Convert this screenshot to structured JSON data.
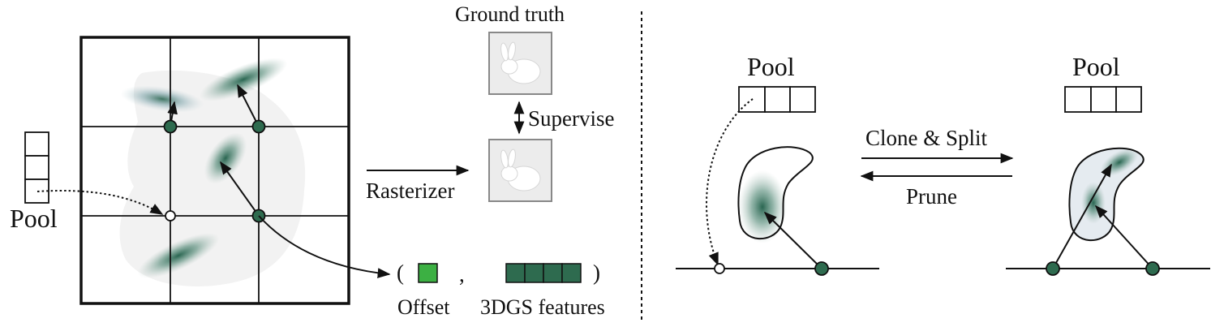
{
  "left_panel": {
    "pool_label": "Pool",
    "rasterizer_label": "Rasterizer",
    "ground_truth_label": "Ground truth",
    "supervise_label": "Supervise",
    "tuple_open": "(",
    "tuple_comma": ",",
    "tuple_close": ")",
    "offset_label": "Offset",
    "features_label": "3DGS features"
  },
  "right_panel": {
    "pool_left_label": "Pool",
    "pool_right_label": "Pool",
    "clone_split_label": "Clone & Split",
    "prune_label": "Prune"
  },
  "colors": {
    "node_fill": "#2e6b4f",
    "offset_fill": "#3cb043",
    "feature_fill": "#2e6b4f",
    "gaussian": "#2a6b55",
    "bunny_bg": "#ececec"
  }
}
